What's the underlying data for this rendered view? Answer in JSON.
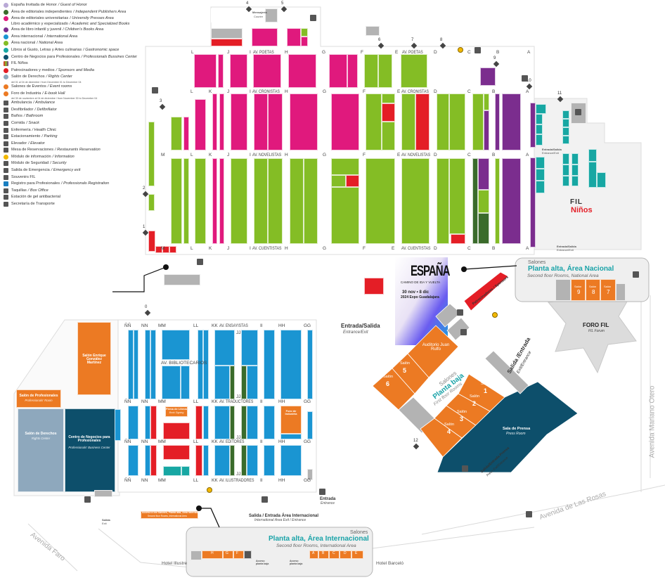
{
  "colors": {
    "guest_of_honor": "#b9a9d6",
    "independent": "#3a6b2b",
    "university": "#e0197d",
    "children": "#7b2d8e",
    "international": "#1a95d2",
    "national": "#84bd25",
    "gastronomic": "#17a7a3",
    "business_center": "#0d4f6b",
    "sponsors": "#e41e26",
    "rights_center": "#8ea8bd",
    "event_rooms": "#ec7a23",
    "services": "#b3b3b3",
    "title_accent": "#1aa3a8"
  },
  "legend": [
    {
      "es": "España Invitada de Honor",
      "en": "/ Guest of Honor",
      "color": "#b9a9d6"
    },
    {
      "es": "Área de editoriales independientes",
      "en": "/ Independent Publishers Area",
      "color": "#3a6b2b"
    },
    {
      "es": "Área de editoriales universitarias",
      "en": "/ University Presses Area",
      "color": "#e0197d",
      "es2": "Libro académico y especializado",
      "en2": "/ Academic and Specialized Books"
    },
    {
      "es": "Área de libro infantil y juvenil",
      "en": "/ Children's Books Area",
      "color": "#7b2d8e"
    },
    {
      "es": "Área internacional",
      "en": "/ International Area",
      "color": "#1a95d2"
    },
    {
      "es": "Área nacional",
      "en": "/ National Area",
      "color": "#84bd25"
    },
    {
      "es": "Libros al Gusto, Letras y Artes culinarias",
      "en": "/ Gastronomic space",
      "color": "#17a7a3"
    },
    {
      "es": "Centro de Negocios para Profesionales",
      "en": "/ Professionals Bussines Center",
      "color": "#0d4f6b"
    },
    {
      "es": "FIL Niños",
      "icon": "fil-ninos-icon"
    },
    {
      "es": "Patrocinadores y medios",
      "en": "/ Sponsors and Media",
      "color": "#e41e26"
    },
    {
      "es": "Salón de Derechos",
      "en": "/ Rights Center",
      "note": "del 01 al 04 de diciembre / from December 01 to December 04",
      "color": "#8ea8bd"
    },
    {
      "es": "Salones de Eventos",
      "en": "/ Event rooms",
      "color": "#ec7a23"
    },
    {
      "es": "Foro de Industria",
      "en": "/ E-book Hall",
      "note": "del 30 de noviembre al 04 de diciembre / from November 30 to December 04",
      "color": "#ec7a23"
    },
    {
      "es": "Ambulancia",
      "en": "/ Ambulance",
      "icon": "ambulance-icon"
    },
    {
      "es": "Desfibrilador",
      "en": "/ Defibrillator",
      "icon": "defibrillator-icon"
    },
    {
      "es": "Baños",
      "en": "/ Bathroom",
      "icon": "bathroom-icon"
    },
    {
      "es": "Comida",
      "en": "/ Snack",
      "icon": "snack-icon"
    },
    {
      "es": "Enfermería",
      "en": "/ Health Clinic",
      "icon": "health-clinic-icon"
    },
    {
      "es": "Estacionamiento",
      "en": "/ Parking",
      "icon": "parking-icon"
    },
    {
      "es": "Elevador",
      "en": "/ Elevator",
      "icon": "elevator-icon"
    },
    {
      "es": "Mesa de Reservaciones",
      "en": "/ Restaurants Reservation",
      "icon": "reservation-icon"
    },
    {
      "es": "Módulo de información",
      "en": "/ Information",
      "icon": "information-icon"
    },
    {
      "es": "Módulo de Seguridad",
      "en": "/ Security",
      "icon": "security-icon"
    },
    {
      "es": "Salida de Emergencia",
      "en": "/ Emergency exit",
      "icon": "emergency-exit-icon"
    },
    {
      "es": "Souvenirs FIL",
      "icon": "souvenir-icon"
    },
    {
      "es": "Registro para Profesionales",
      "en": "/ Professionals Registration",
      "icon": "registration-icon"
    },
    {
      "es": "Taquillas",
      "en": "/ Box Office",
      "icon": "box-office-icon"
    },
    {
      "es": "Estación de gel antibacterial",
      "icon": "gel-station-icon"
    },
    {
      "es": "Secretaría de Transporte",
      "icon": "transport-icon"
    }
  ],
  "upper_aisles": {
    "poetas": [
      "L",
      "J",
      "I",
      "AV. POETAS",
      "H",
      "G",
      "F",
      "E",
      "AV. POETAS",
      "D",
      "C",
      "B",
      "A"
    ],
    "cronistas": [
      "L",
      "K",
      "J",
      "I",
      "AV. CRONISTAS",
      "H",
      "G",
      "F",
      "E",
      "AV. CRONISTAS",
      "D",
      "C",
      "B",
      "A"
    ],
    "novelistas": [
      "M",
      "L",
      "K",
      "J",
      "I",
      "AV. NOVELISTAS",
      "H",
      "G",
      "F",
      "E",
      "AV. NOVELISTAS",
      "D",
      "C",
      "B",
      "A"
    ],
    "cuentistas": [
      "M",
      "L",
      "K",
      "J",
      "I",
      "AV. CUENTISTAS",
      "H",
      "G",
      "F",
      "E",
      "AV. CUENTISTAS",
      "D",
      "C",
      "B",
      "A"
    ]
  },
  "lower_aisles": {
    "ensayistas": [
      "ÑÑ",
      "NN",
      "MM",
      "LL",
      "KK",
      "AV. ENSAYISTAS",
      "II",
      "HH",
      "GG"
    ],
    "traductores": [
      "ÑÑ",
      "NN",
      "MM",
      "LL",
      "KK",
      "AV. TRADUCTORES",
      "II",
      "HH",
      "GG"
    ],
    "editores": [
      "ÑÑ",
      "NN",
      "MM",
      "LL",
      "KK",
      "AV. EDITORES",
      "II",
      "HH",
      "GG"
    ],
    "ilustradores": [
      "ÑÑ",
      "NN",
      "MM",
      "LL",
      "KK",
      "AV. ILUSTRADORES",
      "II",
      "HH",
      "GG"
    ],
    "bibliotecarios": "AV. BIBLIOTECARIOS",
    "jj": "JJ"
  },
  "exits": [
    "0",
    "1",
    "2",
    "3",
    "4",
    "5",
    "6",
    "7",
    "8",
    "9",
    "10",
    "11",
    "12"
  ],
  "rooms": {
    "enrique": {
      "title": "Salón Enrique González Martínez"
    },
    "profesionales": {
      "title": "Salón de Profesionales",
      "sub": "Professionals' Room"
    },
    "derechos": {
      "title": "Salón de Derechos",
      "sub": "Rights Center"
    },
    "negocios": {
      "title": "Centro de Negocios para Profesionales",
      "sub": "Professionals' Business Center"
    },
    "firma": {
      "title": "Firma de Libros",
      "sub": "Book Signing"
    },
    "foro_industria": {
      "title": "Foro de Industria"
    },
    "mensajeria": {
      "title": "Mensajería",
      "sub": "Courier"
    }
  },
  "planta_baja": {
    "salones": "Salones",
    "title": "Planta baja",
    "sub": "First floor Rooms",
    "auditorio": "Auditorio Juan Rulfo",
    "salon_label": "Salón",
    "numbers": [
      "1",
      "2",
      "3",
      "4",
      "5",
      "6"
    ],
    "prensa": {
      "title": "Sala de Prensa",
      "sub": "Press Room"
    },
    "prensa_exit": {
      "title": "Salida/Entrada Prensa",
      "sub": "Press Exit/Entrance"
    },
    "exit": {
      "title": "Salida /Entrada",
      "sub": "Exit/Entrance"
    }
  },
  "planta_alta_nacional": {
    "salones": "Salones",
    "title": "Planta alta, Área Nacional",
    "sub": "Second floor Rooms, National Area",
    "salon_label": "Salón",
    "numbers": [
      "9",
      "8",
      "7"
    ]
  },
  "planta_alta_internacional": {
    "salones": "Salones",
    "title": "Planta alta, Área Internacional",
    "sub": "Second floor Rooms, International Area",
    "rooms_left": [
      "H",
      "G",
      "F"
    ],
    "rooms_right": [
      "A",
      "B",
      "C",
      "D",
      "E"
    ],
    "access": "Acceso planta baja",
    "access_bar": "Acceso a los Salones, Planta alta, Área Internacional",
    "access_bar_sub": "Second floor Rooms, International Area"
  },
  "spain": {
    "title": "ESPAÑA",
    "tagline": "CAMINO DE IDA Y VUELTA",
    "dates": "30 nov • 8 dic",
    "year_venue": "2024 Expo Guadalajara"
  },
  "sponsors": "Patrocinadores / Sponsors",
  "foro_fil": {
    "title": "FORO FIL",
    "sub": "FIL Forum"
  },
  "fil_ninos": {
    "fil": "FIL",
    "ninos": "Niños"
  },
  "entrances": {
    "main": {
      "title": "Entrada/Salida",
      "sub": "Entrance/Exit"
    },
    "entrance": {
      "title": "Entrada",
      "sub": "Entrance"
    },
    "international": {
      "title": "Salida / Entrada Área Internacional",
      "sub": "International Area Exit / Entrance"
    },
    "exit_sw": {
      "title": "Salida",
      "sub": "Exit"
    },
    "ninos_1": {
      "title": "Entrada/Salida",
      "sub": "Entrance/Exit"
    },
    "ninos_2": {
      "title": "Entrada/Salida",
      "sub": "Entrance/Exit"
    }
  },
  "streets": {
    "mariano_otero": "Avenida Mariano Otero",
    "las_rosas": "Avenida de Las Rosas",
    "faro": "Avenida Faro",
    "hotel_left": "Hotel Illustre",
    "hotel_right": "Hotel Barceló"
  }
}
